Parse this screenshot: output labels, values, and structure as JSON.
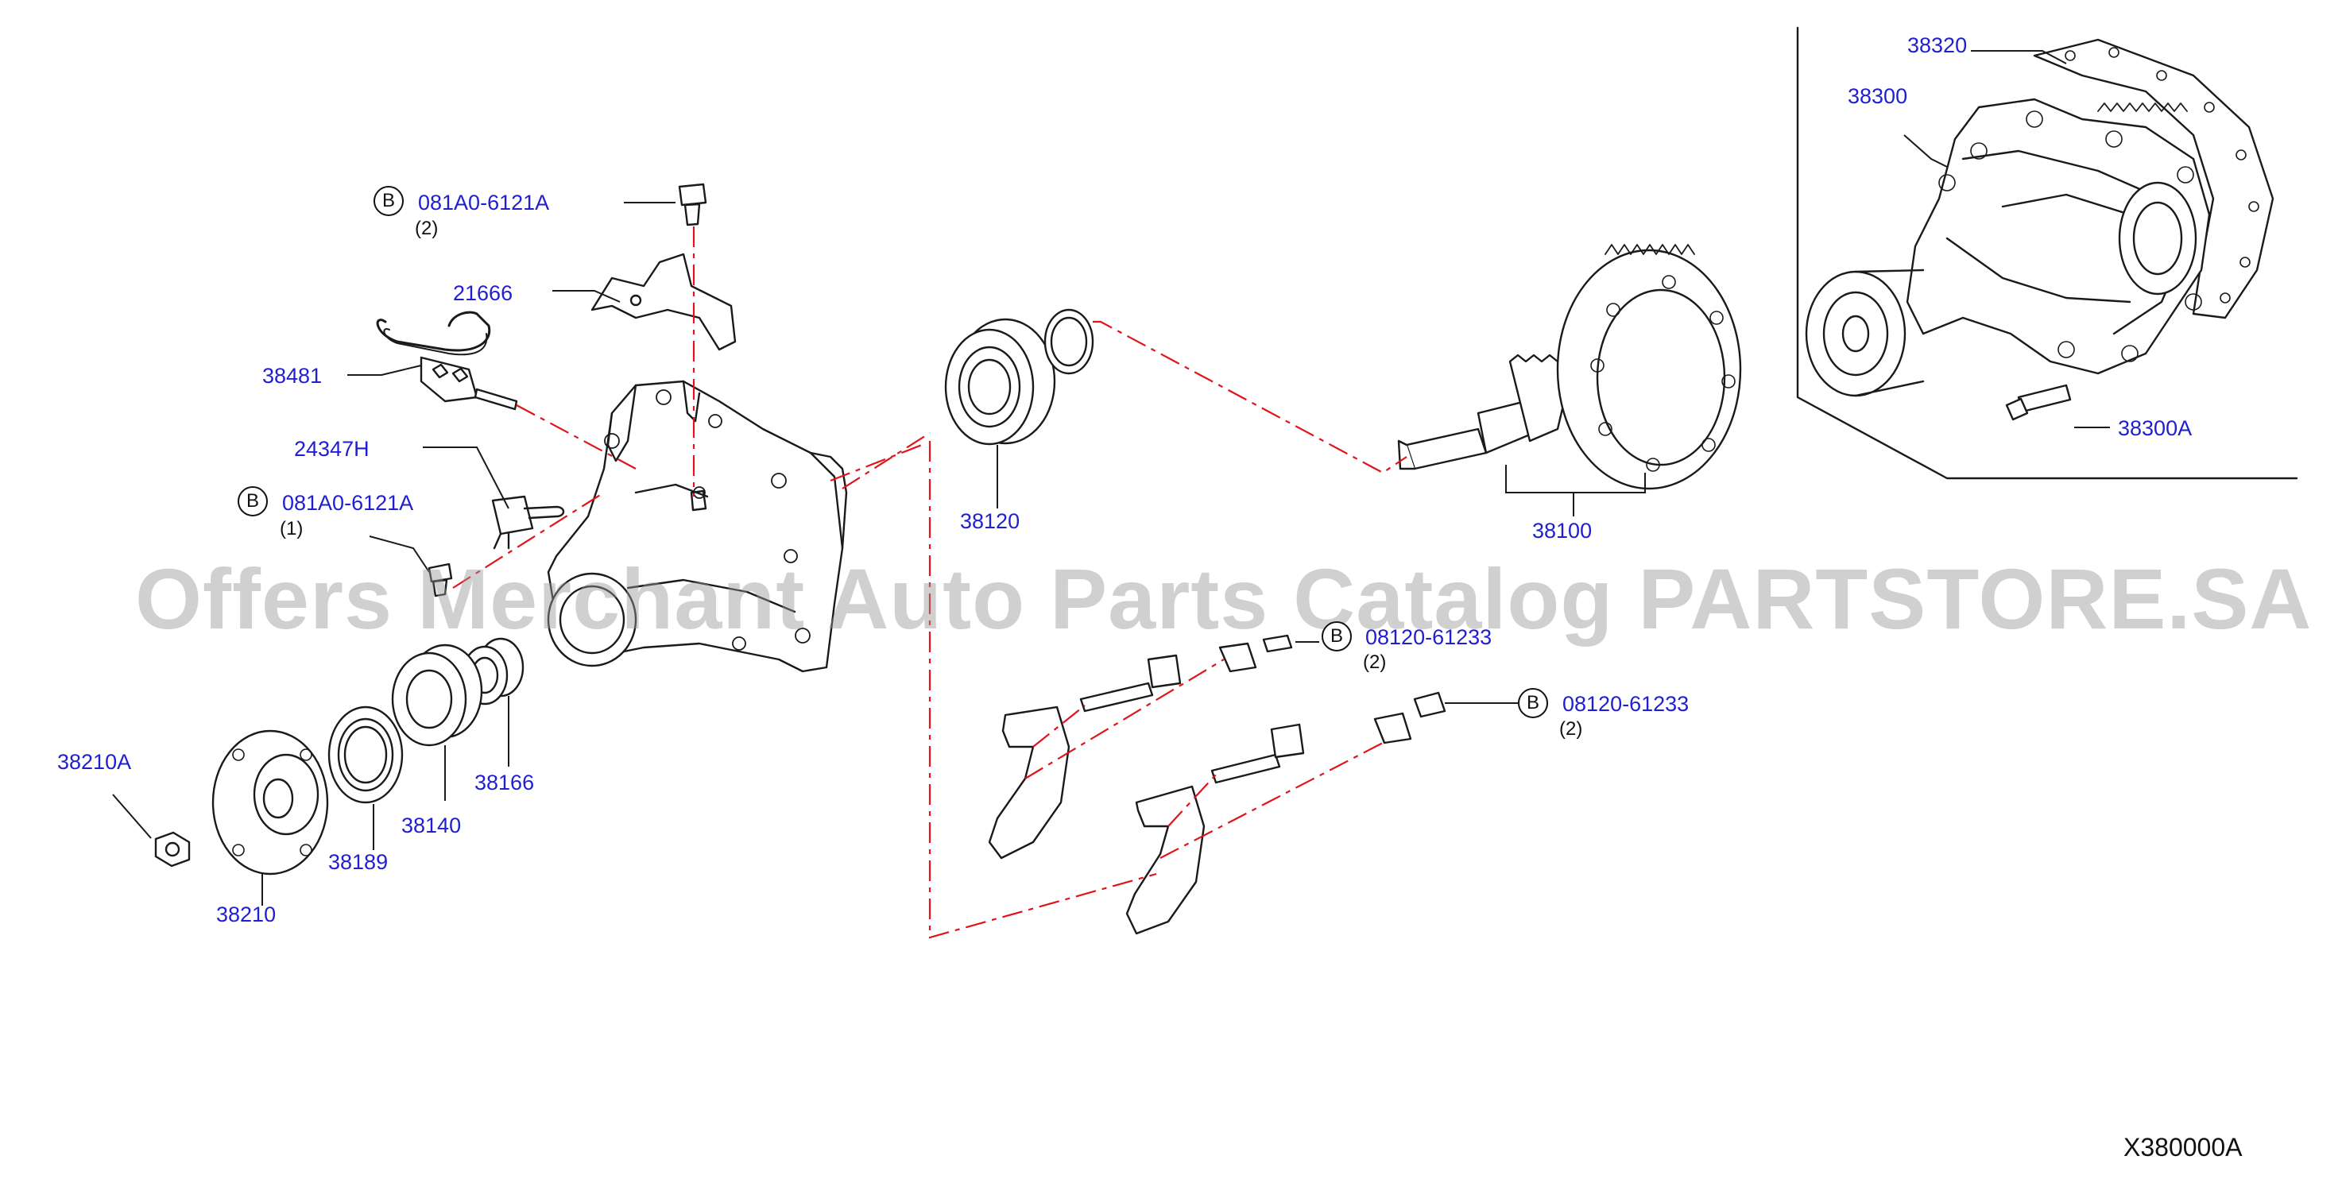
{
  "colors": {
    "label": "#1f1fd1",
    "leader": "#1a1a1a",
    "dash": "#e0141a",
    "watermark": "#969696"
  },
  "labels": {
    "p38320": "38320",
    "p38300": "38300",
    "p38300A": "38300A",
    "p21666": "21666",
    "p38481": "38481",
    "p24347H": "24347H",
    "p38120": "38120",
    "p38100": "38100",
    "p38210A": "38210A",
    "p38210": "38210",
    "p38189": "38189",
    "p38140": "38140",
    "p38166": "38166"
  },
  "callouts": {
    "bolt1": {
      "mark": "B",
      "part": "081A0-6121A",
      "qty": "(2)"
    },
    "bolt2": {
      "mark": "B",
      "part": "081A0-6121A",
      "qty": "(1)"
    },
    "bolt3": {
      "mark": "B",
      "part": "08120-61233",
      "qty": "(2)"
    },
    "bolt4": {
      "mark": "B",
      "part": "08120-61233",
      "qty": "(2)"
    }
  },
  "diagram_code": "X380000A",
  "watermark": "Offers Merchant Auto Parts Catalog PARTSTORE.SA"
}
